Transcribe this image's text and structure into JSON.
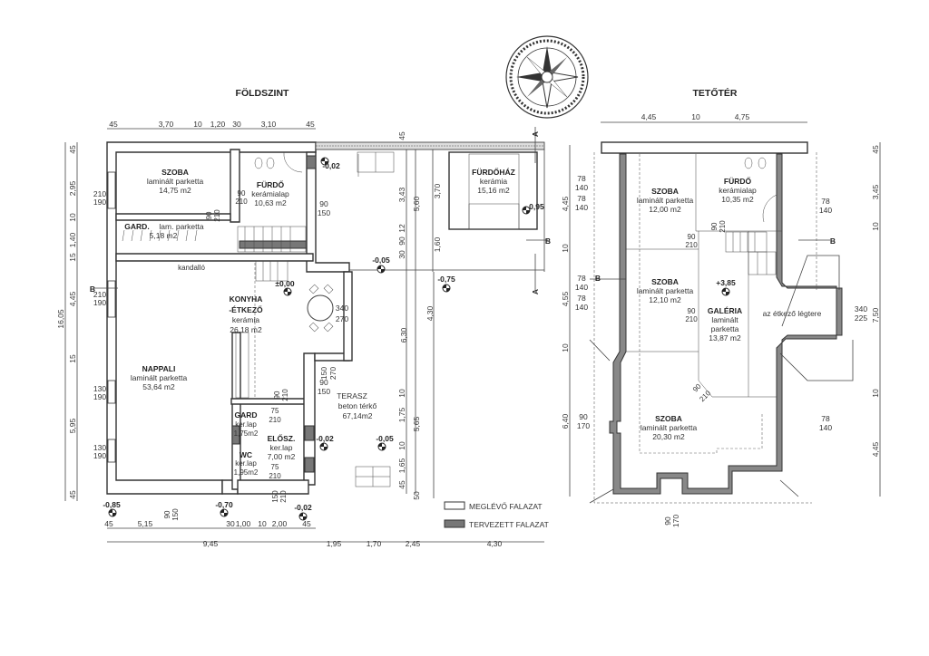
{
  "ground_floor": {
    "title": "FÖLDSZINT",
    "rooms": [
      {
        "name": "SZOBA",
        "finish": "laminált parketta",
        "area": "14,75 m2"
      },
      {
        "name": "FÜRDŐ",
        "finish": "kerámialap",
        "area": "10,63 m2"
      },
      {
        "name": "GARD.",
        "finish": "lam. parketta",
        "area": "5,18 m2"
      },
      {
        "name": "KONYHA",
        "name2": "-ÉTKEZŐ",
        "finish": "kerámia",
        "area": "26,18 m2"
      },
      {
        "name": "NAPPALI",
        "finish": "laminált parketta",
        "area": "53,64 m2"
      },
      {
        "name": "GARD",
        "finish": "ker.lap",
        "area": "1,75m2"
      },
      {
        "name": "WC",
        "finish": "ker.lap",
        "area": "1,95m2"
      },
      {
        "name": "ELŐSZ.",
        "finish": "ker.lap",
        "area": "7,00 m2"
      },
      {
        "name": "TERASZ",
        "finish": "beton térkő",
        "area": "67,14m2"
      },
      {
        "name": "FÜRDŐHÁZ",
        "finish": "kerámia",
        "area": "15,16 m2"
      }
    ],
    "fireplace_label": "kandalló",
    "levels": [
      "-0,02",
      "±0,00",
      "-0,05",
      "-0,75",
      "-0,95",
      "-0,02",
      "-0,05",
      "-0,85",
      "-0,70",
      "-0,02"
    ],
    "top_dims": [
      "45",
      "3,70",
      "10",
      "1,20",
      "30",
      "3,10",
      "45"
    ],
    "bottom_dims": [
      "45",
      "5,15",
      "30",
      "1,00",
      "10",
      "2,00",
      "45"
    ],
    "bottom_dims_total": [
      "9,45",
      "1,95",
      "1,70",
      "2,45",
      "4,30"
    ],
    "left_dims": [
      "45",
      "2,95",
      "10",
      "1,40",
      "15",
      "4,45",
      "15",
      "5,95",
      "45"
    ],
    "left_total": "16,05",
    "right_dims": [
      "45",
      "3,43",
      "90",
      "12",
      "30",
      "5,60",
      "3,70",
      "1,60",
      "6,30",
      "4,30",
      "10",
      "1,75",
      "10",
      "1,65",
      "45",
      "5,65",
      "50"
    ],
    "openings": [
      [
        "210",
        "190"
      ],
      [
        "210",
        "190"
      ],
      [
        "130",
        "190"
      ],
      [
        "130",
        "190"
      ],
      [
        "90",
        "210"
      ],
      [
        "90",
        "210"
      ],
      [
        "90",
        "150"
      ],
      [
        "90",
        "150"
      ],
      [
        "340",
        "270"
      ],
      [
        "150",
        "270"
      ],
      [
        "90",
        "210"
      ],
      [
        "75",
        "210"
      ],
      [
        "75",
        "210"
      ],
      [
        "150",
        "210"
      ],
      [
        "90",
        "150"
      ]
    ],
    "section_marks": [
      "A",
      "A",
      "B",
      "B"
    ]
  },
  "top_floor": {
    "title": "TETŐTÉR",
    "rooms": [
      {
        "name": "SZOBA",
        "finish": "laminált parketta",
        "area": "12,00 m2"
      },
      {
        "name": "FÜRDŐ",
        "finish": "kerámialap",
        "area": "10,35 m2"
      },
      {
        "name": "SZOBA",
        "finish": "laminált parketta",
        "area": "12,10 m2"
      },
      {
        "name": "GALÉRIA",
        "finish": "laminált",
        "finish2": "parketta",
        "area": "13,87 m2"
      },
      {
        "name": "SZOBA",
        "finish": "laminált parketta",
        "area": "20,30 m2"
      }
    ],
    "void_label": "az étkező légtere",
    "level": "+3,85",
    "top_dims": [
      "4,45",
      "10",
      "4,75"
    ],
    "left_dims": [
      "4,45",
      "10",
      "4,55",
      "10",
      "6,40"
    ],
    "right_dims": [
      "45",
      "3,45",
      "10",
      "7,50",
      "10",
      "4,45"
    ],
    "openings": [
      [
        "78",
        "140"
      ],
      [
        "78",
        "140"
      ],
      [
        "78",
        "140"
      ],
      [
        "78",
        "140"
      ],
      [
        "78",
        "140"
      ],
      [
        "78",
        "140"
      ],
      [
        "90",
        "210"
      ],
      [
        "90",
        "210"
      ],
      [
        "90",
        "210"
      ],
      [
        "90",
        "210"
      ],
      [
        "340",
        "225"
      ],
      [
        "90",
        "170"
      ],
      [
        "90",
        "170"
      ]
    ],
    "section_marks": [
      "B",
      "B"
    ]
  },
  "legend": {
    "existing_wall": "MEGLÉVŐ FALAZAT",
    "planned_wall": "TERVEZETT FALAZAT",
    "existing_color": "#ffffff",
    "planned_color": "#777777"
  }
}
